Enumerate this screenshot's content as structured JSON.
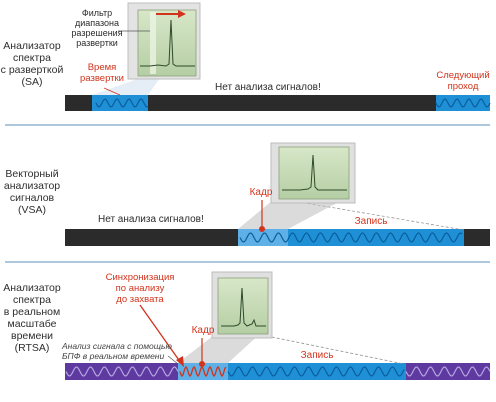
{
  "sections": [
    {
      "id": "sa",
      "side_label": "Анализатор\nспектра\nс разверткой\n(SA)",
      "filter_label": "Фильтр\nдиапазона\nразрешения\nразвертки",
      "sweep_time_label": "Время\nразвертки",
      "no_analysis_label": "Нет анализа сигналов!",
      "next_pass_label": "Следующий\nпроход"
    },
    {
      "id": "vsa",
      "side_label": "Векторный\nанализатор\nсигналов\n(VSA)",
      "frame_label": "Кадр",
      "no_analysis_label": "Нет анализа сигналов!",
      "record_label": "Запись"
    },
    {
      "id": "rtsa",
      "side_label": "Анализатор\nспектра\nв реальном\nмасштабе\nвремени\n(RTSA)",
      "sync_label": "Синхронизация\nпо анализу\nдо захвата",
      "frame_label": "Кадр",
      "fft_label": "Анализ сигнала с помощью\nБПФ в реальном времени",
      "record_label": "Запись"
    }
  ],
  "colors": {
    "bar_dark": "#2b2b2b",
    "signal_blue": "#1f8fd6",
    "signal_purple": "#5e3aa0",
    "accent_red": "#d2331c",
    "screen_green": "#c7dcb7",
    "separator_blue": "#5b8fb9"
  }
}
